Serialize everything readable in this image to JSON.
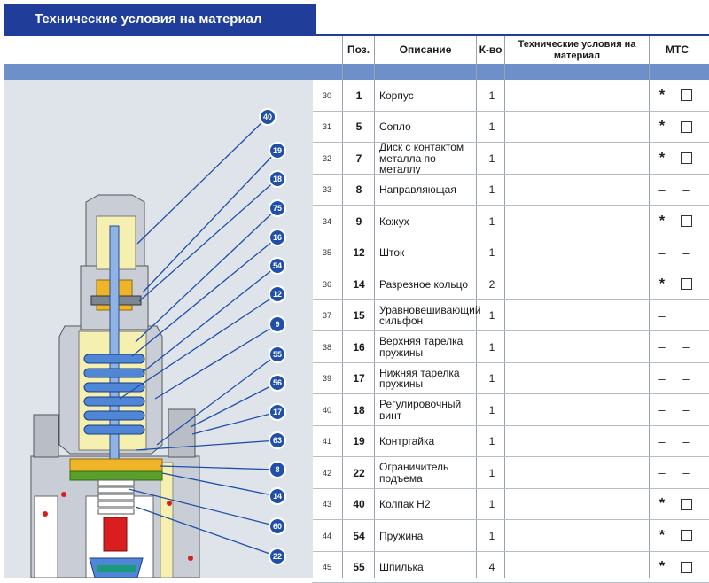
{
  "title": "Технические условия на материал",
  "headers": {
    "pos": "Поз.",
    "desc": "Описание",
    "qty": "К-во",
    "tech": "Технические условия на материал",
    "mtc": "МТС"
  },
  "rows": [
    {
      "idx": "30",
      "pos": "1",
      "desc": "Корпус",
      "qty": "1",
      "m1": "*",
      "m2": "box"
    },
    {
      "idx": "31",
      "pos": "5",
      "desc": "Сопло",
      "qty": "1",
      "m1": "*",
      "m2": "box"
    },
    {
      "idx": "32",
      "pos": "7",
      "desc": "Диск с контактом металла по металлу",
      "qty": "1",
      "m1": "*",
      "m2": "box"
    },
    {
      "idx": "33",
      "pos": "8",
      "desc": "Направляющая",
      "qty": "1",
      "m1": "–",
      "m2": "–"
    },
    {
      "idx": "34",
      "pos": "9",
      "desc": "Кожух",
      "qty": "1",
      "m1": "*",
      "m2": "box"
    },
    {
      "idx": "35",
      "pos": "12",
      "desc": "Шток",
      "qty": "1",
      "m1": "–",
      "m2": "–"
    },
    {
      "idx": "36",
      "pos": "14",
      "desc": "Разрезное кольцо",
      "qty": "2",
      "m1": "*",
      "m2": "box"
    },
    {
      "idx": "37",
      "pos": "15",
      "desc": "Уравновешивающий сильфон",
      "qty": "1",
      "m1": "–",
      "m2": ""
    },
    {
      "idx": "38",
      "pos": "16",
      "desc": "Верхняя тарелка пружины",
      "qty": "1",
      "m1": "–",
      "m2": "–"
    },
    {
      "idx": "39",
      "pos": "17",
      "desc": "Нижняя тарелка пружины",
      "qty": "1",
      "m1": "–",
      "m2": "–"
    },
    {
      "idx": "40",
      "pos": "18",
      "desc": "Регулировочный винт",
      "qty": "1",
      "m1": "–",
      "m2": "–"
    },
    {
      "idx": "41",
      "pos": "19",
      "desc": "Контргайка",
      "qty": "1",
      "m1": "–",
      "m2": "–"
    },
    {
      "idx": "42",
      "pos": "22",
      "desc": "Ограничитель подъема",
      "qty": "1",
      "m1": "–",
      "m2": "–"
    },
    {
      "idx": "43",
      "pos": "40",
      "desc": "Колпак H2",
      "qty": "1",
      "m1": "*",
      "m2": "box"
    },
    {
      "idx": "44",
      "pos": "54",
      "desc": "Пружина",
      "qty": "1",
      "m1": "*",
      "m2": "box"
    },
    {
      "idx": "45",
      "pos": "55",
      "desc": "Шпилька",
      "qty": "4",
      "m1": "*",
      "m2": "box"
    }
  ],
  "callouts": [
    "40",
    "19",
    "18",
    "75",
    "16",
    "54",
    "12",
    "9",
    "55",
    "56",
    "17",
    "63",
    "8",
    "14",
    "60",
    "22"
  ],
  "colors": {
    "brand_blue": "#1f3d99",
    "band_blue": "#6d8fca",
    "callout_blue": "#1f4fa8",
    "spring_blue": "#4f86d6",
    "yellow": "#f5efb0",
    "red": "#d81e1e",
    "green": "#6aa532"
  }
}
